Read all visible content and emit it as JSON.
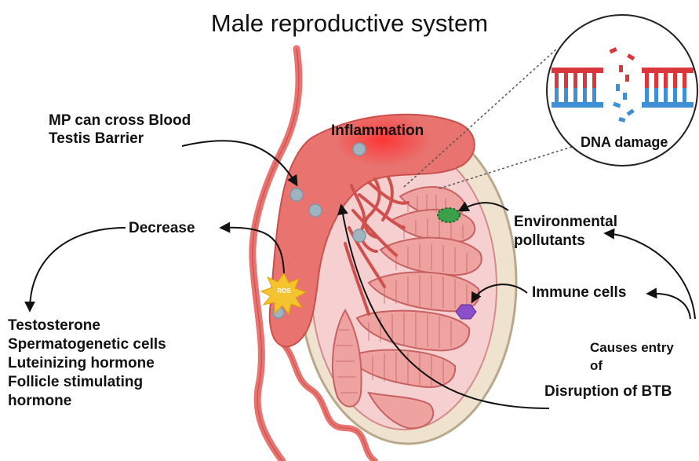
{
  "title": "Male reproductive system",
  "labels": {
    "mp_line1": "MP can cross Blood",
    "mp_line2": "Testis Barrier",
    "inflammation": "Inflammation",
    "dna_damage": "DNA damage",
    "decrease": "Decrease",
    "env_line1": "Environmental",
    "env_line2": "pollutants",
    "immune_cells": "Immune cells",
    "causes_line1": "Causes entry",
    "causes_line2": "of",
    "disruption": "Disruption of BTB",
    "ros": "ROS"
  },
  "decrease_list": [
    "Testosterone",
    "Spermatogenetic cells",
    "Luteinizing hormone",
    "Follicle stimulating",
    "hormone"
  ],
  "colors": {
    "tissue": "#e8736f",
    "tissue_dark": "#c9504c",
    "capsule": "#efe3cf",
    "inner": "#f6cfd0",
    "dna_red": "#d9373b",
    "dna_blue": "#3f8fd6",
    "microplastic": "#9fb4c0",
    "pollutant": "#3aa14a",
    "immune_cell": "#8a4fc9",
    "ros": "#f4c430"
  }
}
